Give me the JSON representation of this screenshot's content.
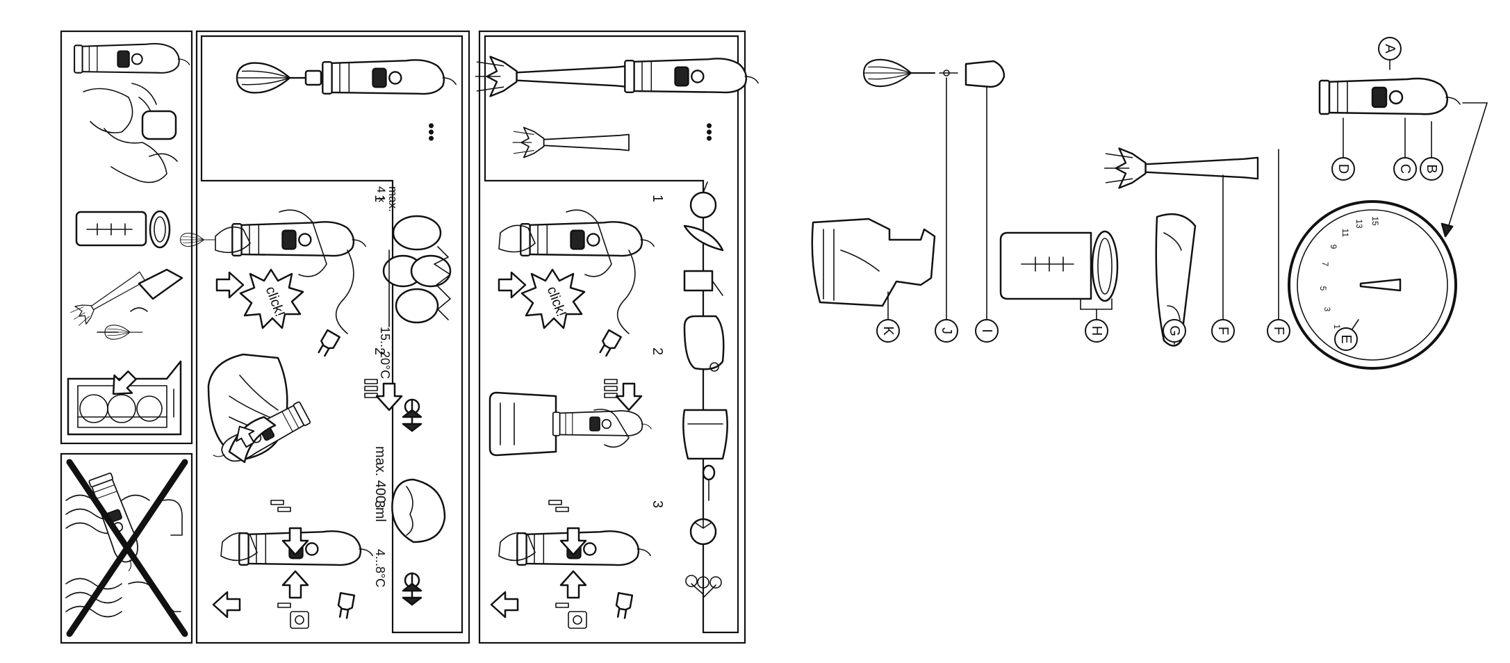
{
  "panel_blender": {
    "dots": "•••",
    "steps": [
      "1",
      "2",
      "3"
    ],
    "click": "click!"
  },
  "panel_whisk": {
    "dots": "•••",
    "steps": [
      "1",
      "2",
      "3"
    ],
    "click": "click!",
    "max_count": "max.",
    "max_count_value": "4 ×",
    "temp_eggs": "15...20°C",
    "max_volume": "max. 400 ml",
    "temp_cream": "4...8°C"
  },
  "parts": {
    "labels": [
      "A",
      "B",
      "C",
      "D",
      "E",
      "F",
      "F",
      "G",
      "H",
      "I",
      "J",
      "K"
    ],
    "dial_numbers": [
      "1",
      "3",
      "5",
      "7",
      "9",
      "11",
      "13",
      "15"
    ]
  },
  "icons": [
    "hand-blender-icon",
    "whisk-icon",
    "cloth-cleaning-icon",
    "beaker-icon",
    "dishwasher-icon",
    "no-water-immersion-icon",
    "plug-icon",
    "chopper-icon",
    "dial-icon",
    "temperature-icon",
    "onion-icon",
    "tomato-icon",
    "parsley-icon"
  ]
}
